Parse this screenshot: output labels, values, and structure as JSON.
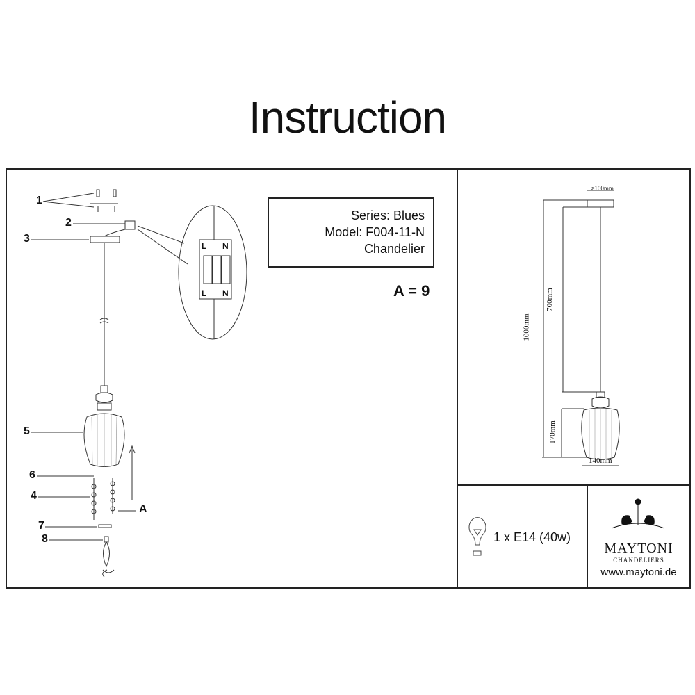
{
  "title": "Instruction",
  "info": {
    "series": "Series: Blues",
    "model": "Model: F004-11-N",
    "type": "Chandelier"
  },
  "quantity": "A = 9",
  "parts": {
    "p1": "1",
    "p2": "2",
    "p3": "3",
    "p4": "4",
    "p5": "5",
    "p6": "6",
    "p7": "7",
    "p8": "8",
    "pa": "A"
  },
  "wiring": {
    "l": "L",
    "n": "N"
  },
  "dimensions": {
    "canopy": "⌀100mm",
    "total": "1000mm",
    "cable": "700mm",
    "shade_height": "170mm",
    "shade_width": "140mm"
  },
  "bulb": {
    "spec": "1 x E14 (40w)",
    "icon": "bulb-icon"
  },
  "brand": {
    "name": "MAYTONI",
    "sub": "CHANDELIERS",
    "url": "www.maytoni.de",
    "icon": "maytoni-logo"
  }
}
